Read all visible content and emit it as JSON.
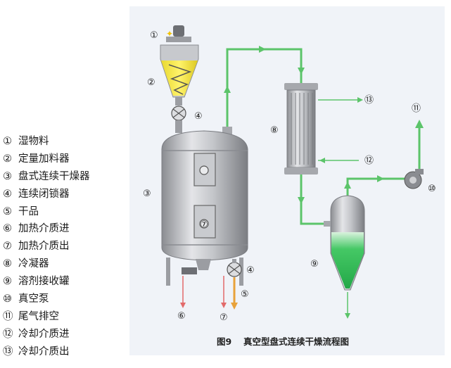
{
  "legend": [
    {
      "num": "①",
      "text": "湿物料"
    },
    {
      "num": "②",
      "text": "定量加料器"
    },
    {
      "num": "③",
      "text": "盘式连续干燥器"
    },
    {
      "num": "④",
      "text": "连续闭锁器"
    },
    {
      "num": "⑤",
      "text": "干品"
    },
    {
      "num": "⑥",
      "text": "加热介质进"
    },
    {
      "num": "⑦",
      "text": "加热介质出"
    },
    {
      "num": "⑧",
      "text": "冷凝器"
    },
    {
      "num": "⑨",
      "text": "溶剂接收罐"
    },
    {
      "num": "⑩",
      "text": "真空泵"
    },
    {
      "num": "⑪",
      "text": "尾气排空"
    },
    {
      "num": "⑫",
      "text": "冷却介质进"
    },
    {
      "num": "⑬",
      "text": "冷却介质出"
    }
  ],
  "callouts": {
    "c1": "①",
    "c2": "②",
    "c3": "③",
    "c4a": "④",
    "c4b": "④",
    "c5": "⑤",
    "c6": "⑥",
    "c7a": "⑦",
    "c7b": "⑦",
    "c8": "⑧",
    "c9": "⑨",
    "c10": "⑩",
    "c11": "⑪",
    "c12": "⑫",
    "c13": "⑬"
  },
  "caption": {
    "fig": "图9",
    "title": "真空型盘式连续干燥流程图"
  },
  "colors": {
    "pipe": "#5cc46a",
    "feed_yellow": "#f2e23a",
    "liquid_green": "#35c25a",
    "steel": "#b4b6bb",
    "heating_line": "#e26a6a",
    "product_line": "#e8a23a"
  }
}
